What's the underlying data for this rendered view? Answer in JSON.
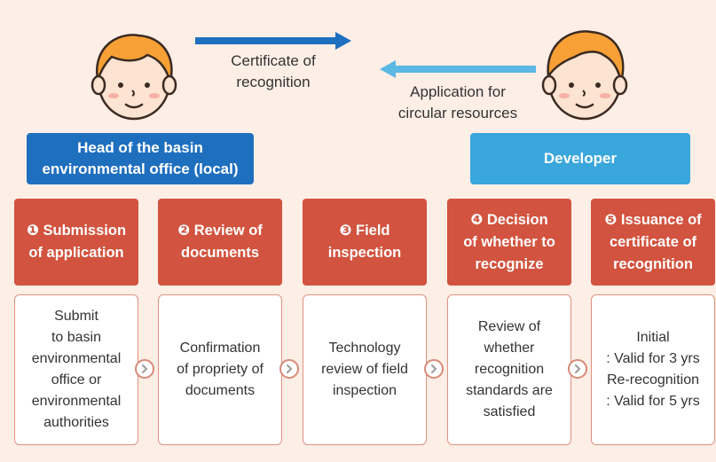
{
  "arrows": {
    "top_label": "Certificate of\nrecognition",
    "bottom_label": "Application for\ncircular resources"
  },
  "roles": {
    "left": "Head of the basin\nenvironmental office (local)",
    "right": "Developer"
  },
  "steps": [
    {
      "title": "❶ Submission\nof application",
      "detail": "Submit\nto basin\nenvironmental\noffice or\nenvironmental\nauthorities"
    },
    {
      "title": "❷ Review of\ndocuments",
      "detail": "Confirmation\nof propriety of\ndocuments"
    },
    {
      "title": "❸ Field\ninspection",
      "detail": "Technology\nreview of field\ninspection"
    },
    {
      "title": "❹ Decision\nof whether to\nrecognize",
      "detail": "Review of\nwhether\nrecognition\nstandards are\nsatisfied"
    },
    {
      "title": "❺ Issuance of\ncertificate of\nrecognition",
      "detail": "Initial\n: Valid for 3 yrs\nRe-recognition\n: Valid for 5 yrs"
    }
  ],
  "colors": {
    "background": "#fdeee6",
    "step_header": "#d2533f",
    "role_left": "#1f6fbf",
    "role_right": "#39a6dc",
    "arrow_top": "#1f6fbf",
    "arrow_bottom": "#5bb7e3"
  },
  "icons": [
    "boy-face-icon",
    "chevron-right-icon",
    "arrow-right-icon",
    "arrow-left-icon"
  ]
}
